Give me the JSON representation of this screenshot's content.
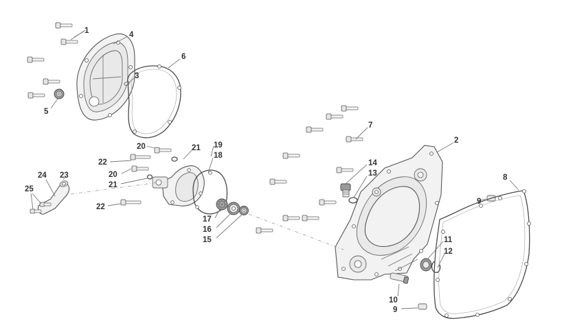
{
  "callouts": {
    "c1": "1",
    "c2": "2",
    "c3": "3",
    "c4": "4",
    "c5": "5",
    "c6": "6",
    "c7": "7",
    "c8": "8",
    "c9a": "9",
    "c9b": "9",
    "c10": "10",
    "c11": "11",
    "c12": "12",
    "c13": "13",
    "c14": "14",
    "c15": "15",
    "c16": "16",
    "c17": "17",
    "c18": "18",
    "c19": "19",
    "c20a": "20",
    "c20b": "20",
    "c21a": "21",
    "c21b": "21",
    "c22a": "22",
    "c22b": "22",
    "c23": "23",
    "c24": "24",
    "c25": "25"
  }
}
